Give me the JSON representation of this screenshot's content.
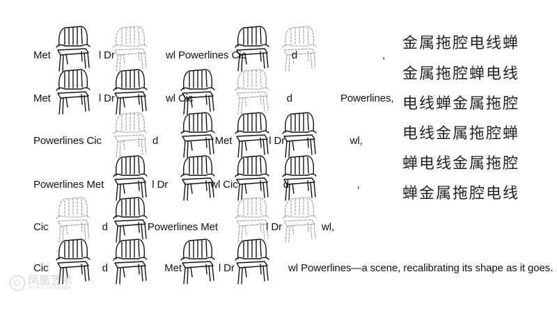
{
  "poem_lines": [
    "Met                 l Dr                  wl Powerlines Cic                d                              ,",
    "Met                 l Dr                  wl Cic                                 d                 Powerlines,",
    "Powerlines Cic                  d                    Met             l Dr                       wl,",
    "Powerlines Met                 l Dr               wl Cic                d                        ,",
    "Cic                   d              Powerlines Met                 l Dr              wl,",
    "Cic                   d                    Met             l Dr                   wl Powerlines—a scene, recalibrating its shape as it goes."
  ],
  "cjk_lines": [
    "金属拖腔电线蝉",
    "金属拖腔蝉电线",
    "电线蝉金属拖腔",
    "电线金属拖腔蝉",
    "蝉电线金属拖腔",
    "蝉金属拖腔电线"
  ],
  "watermark": {
    "main": "凤凰艺术",
    "sub": "IFENG ART.COM"
  },
  "chairs": [
    {
      "row": 0,
      "col": 0,
      "style": "solid"
    },
    {
      "row": 0,
      "col": 1,
      "style": "faded"
    },
    {
      "row": 0,
      "col": 3,
      "style": "solid"
    },
    {
      "row": 0,
      "col": 4,
      "style": "faded"
    },
    {
      "row": 1,
      "col": 0,
      "style": "solid"
    },
    {
      "row": 1,
      "col": 1,
      "style": "solid"
    },
    {
      "row": 1,
      "col": 2,
      "style": "solid"
    },
    {
      "row": 1,
      "col": 3,
      "style": "faded"
    },
    {
      "row": 2,
      "col": 1,
      "style": "faded"
    },
    {
      "row": 2,
      "col": 2,
      "style": "solid"
    },
    {
      "row": 2,
      "col": 3,
      "style": "solid"
    },
    {
      "row": 2,
      "col": 4,
      "style": "solid"
    },
    {
      "row": 3,
      "col": 1,
      "style": "solid"
    },
    {
      "row": 3,
      "col": 2,
      "style": "solid"
    },
    {
      "row": 3,
      "col": 3,
      "style": "solid"
    },
    {
      "row": 3,
      "col": 4,
      "style": "solid"
    },
    {
      "row": 4,
      "col": 0,
      "style": "faded"
    },
    {
      "row": 4,
      "col": 1,
      "style": "solid"
    },
    {
      "row": 4,
      "col": 3,
      "style": "faded"
    },
    {
      "row": 4,
      "col": 4,
      "style": "faded"
    },
    {
      "row": 5,
      "col": 0,
      "style": "solid"
    },
    {
      "row": 5,
      "col": 1,
      "style": "solid"
    },
    {
      "row": 5,
      "col": 2,
      "style": "solid"
    },
    {
      "row": 5,
      "col": 3,
      "style": "solid"
    }
  ],
  "colors": {
    "ink": "#111111",
    "faded_ink": "#9a9a9a",
    "background": "#ffffff"
  }
}
